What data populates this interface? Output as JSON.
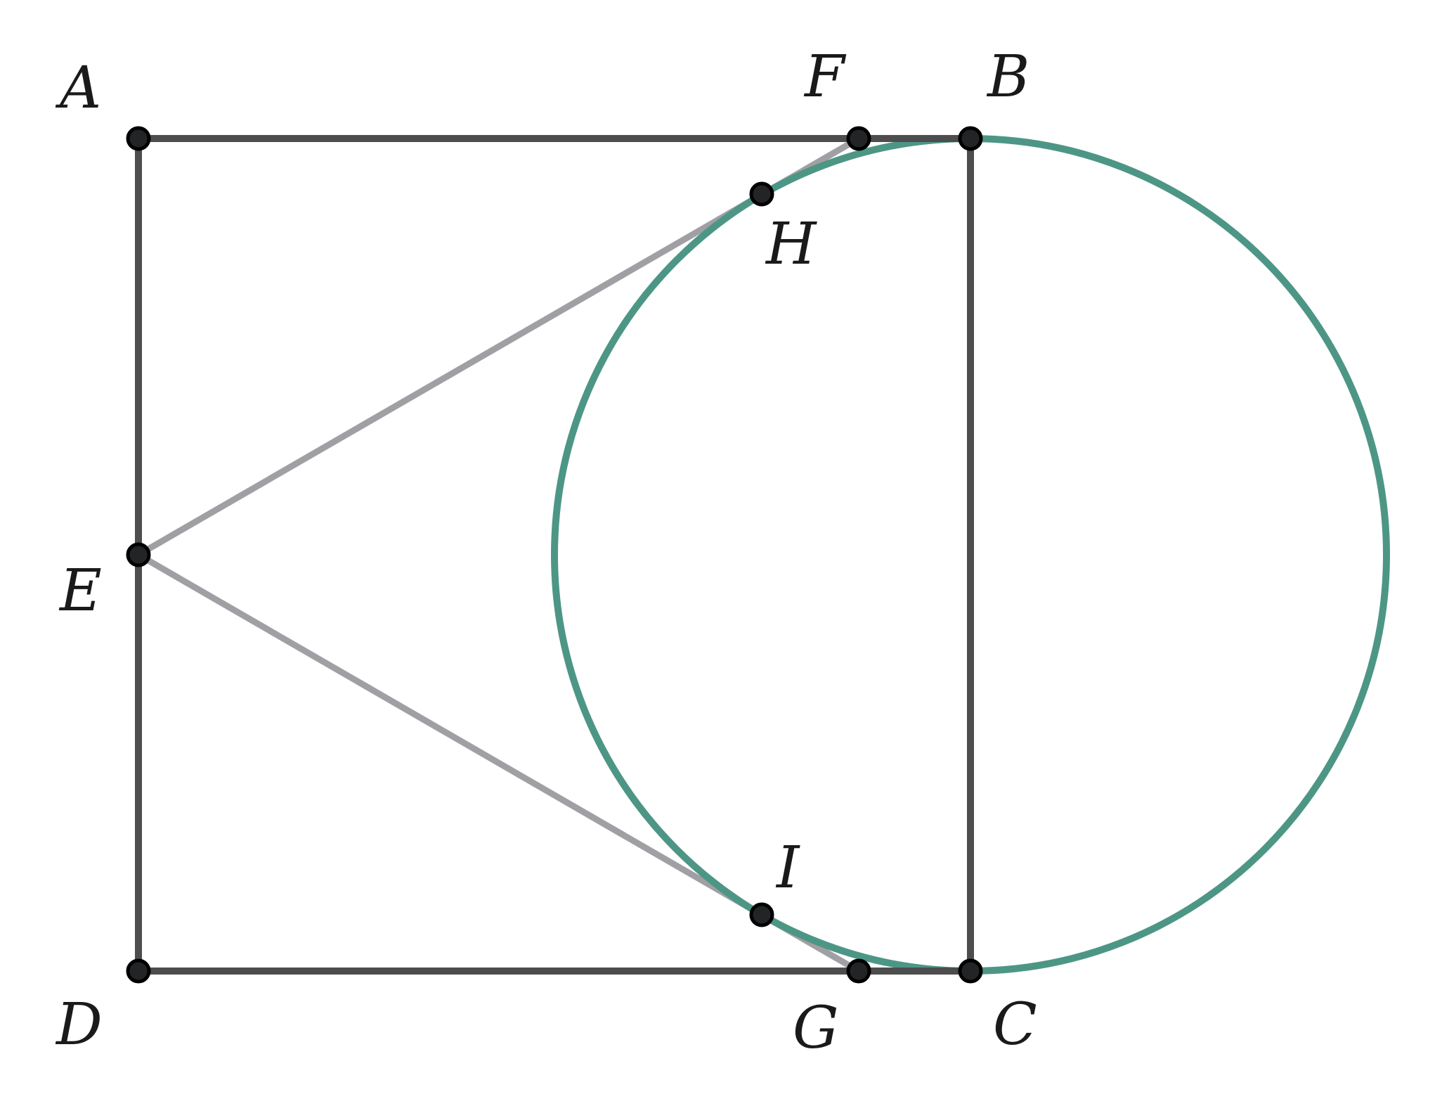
{
  "diagram": {
    "labels": {
      "A": "A",
      "B": "B",
      "C": "C",
      "D": "D",
      "E": "E",
      "F": "F",
      "G": "G",
      "H": "H",
      "I": "I"
    },
    "colors": {
      "square": "#4d4d4d",
      "tangents": "#a0a0a4",
      "circle": "#4d9686",
      "points": "#222426"
    }
  }
}
